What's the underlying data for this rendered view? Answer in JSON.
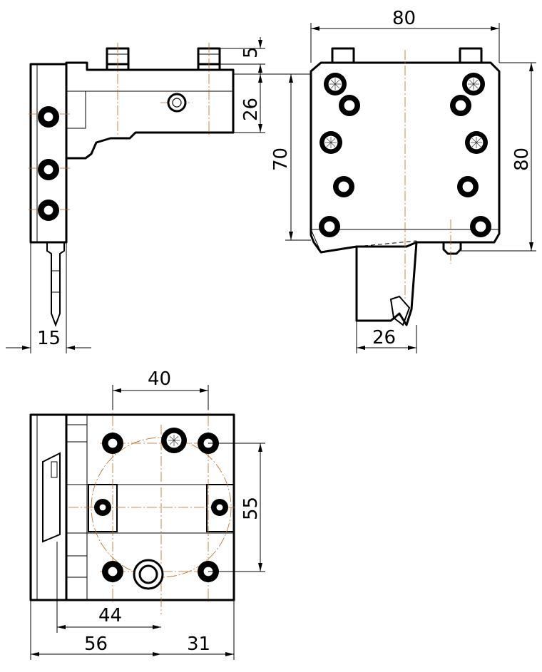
{
  "dimensions": {
    "side_top": "5",
    "side_height": "26",
    "side_width": "15",
    "front_width": "80",
    "front_left_height": "70",
    "front_right_height": "80",
    "front_shank": "26",
    "plan_top": "40",
    "plan_right": "55",
    "plan_inner": "44",
    "plan_left": "56",
    "plan_right_offset": "31"
  },
  "colors": {
    "line": "#000000",
    "centerline": "#c2651c",
    "background": "#ffffff"
  }
}
